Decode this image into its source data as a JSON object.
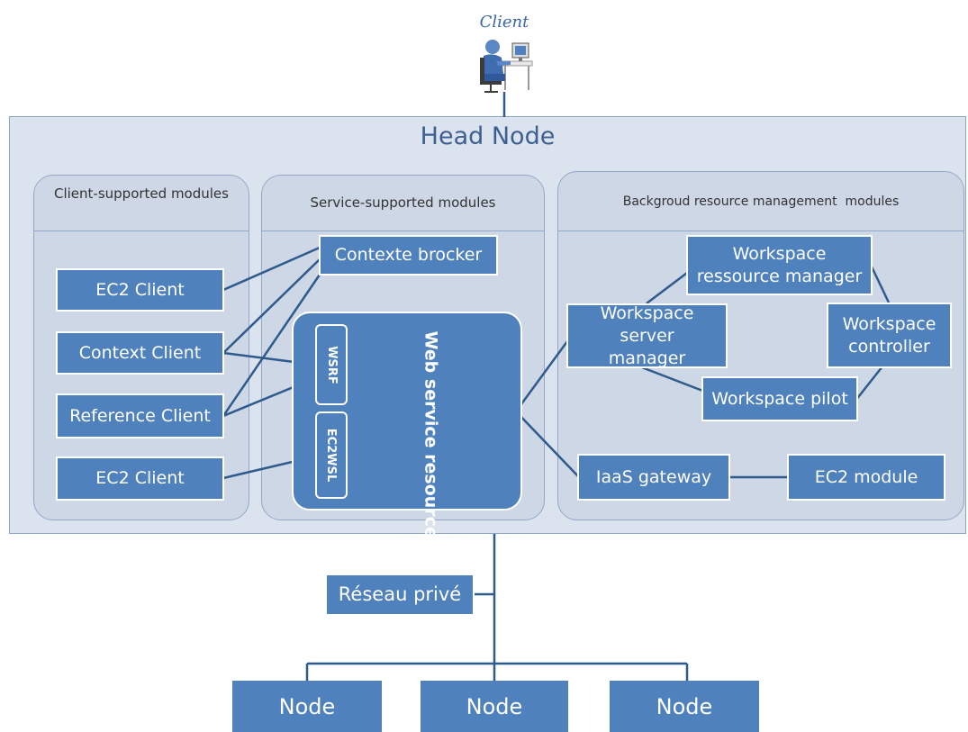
{
  "client": {
    "label": "Client",
    "icon": "computer-user-icon"
  },
  "head_node": {
    "title": "Head Node"
  },
  "groups": {
    "client_supported": {
      "title": "Client-supported modules",
      "items": [
        "EC2 Client",
        "Context Client",
        "Reference Client",
        "EC2 Client"
      ]
    },
    "service_supported": {
      "title": "Service-supported modules",
      "contexte_brocker": "Contexte brocker",
      "wsrf": "WSRF",
      "ec2wsl": "EC2WSL",
      "framework": "Web service resource Framework"
    },
    "background": {
      "title": "Backgroud resource management  modules",
      "ressource_manager": "Workspace ressource manager",
      "server_manager": "Workspace server manager",
      "controller": "Workspace controller",
      "pilot": "Workspace pilot",
      "iaas_gateway": "IaaS gateway",
      "ec2_module": "EC2 module"
    }
  },
  "network": {
    "label": "Réseau privé"
  },
  "nodes": [
    "Node",
    "Node",
    "Node"
  ],
  "colors": {
    "box": "#4f81bd",
    "panel": "#dbe3ef",
    "group": "#cdd7e6",
    "line": "#2e5a8c"
  }
}
